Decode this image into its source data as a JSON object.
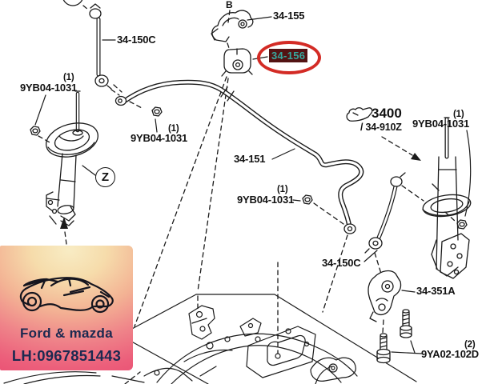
{
  "diagram_type": "suspension-parts-catalog",
  "labels": {
    "view_b": "B",
    "clamp_34_155": "34-155",
    "bushing_34_156": "34-156",
    "stab_link_top": "34-150C",
    "stab_bar": "34-151",
    "stab_link_right": "34-150C",
    "nut_left_qty": "(1)",
    "nut_left": "9YB04-1031",
    "nut_mid_qty": "(1)",
    "nut_mid": "9YB04-1031",
    "nut_center_qty": "(1)",
    "nut_center": "9YB04-1031",
    "nut_right_qty": "(1)",
    "nut_right": "9YB04-1031",
    "fig_no": "3400",
    "fig_part": "/ 34-910Z",
    "bracket_34_351a": "34-351A",
    "bolt_qty": "(2)",
    "bolt_9ya02": "9YA02-102D",
    "detail_marker_z": "Z"
  },
  "highlight": {
    "selected_part": "34-156",
    "box_background": "#531313",
    "text_color": "#36a89e",
    "ellipse_color": "#d32b25"
  },
  "watermark": {
    "brand": "Ford & mazda",
    "phone": "LH:0967851443",
    "text_color": "#1c2950",
    "gradient_top": "#f8ecc4",
    "gradient_bottom": "#e94a70"
  }
}
